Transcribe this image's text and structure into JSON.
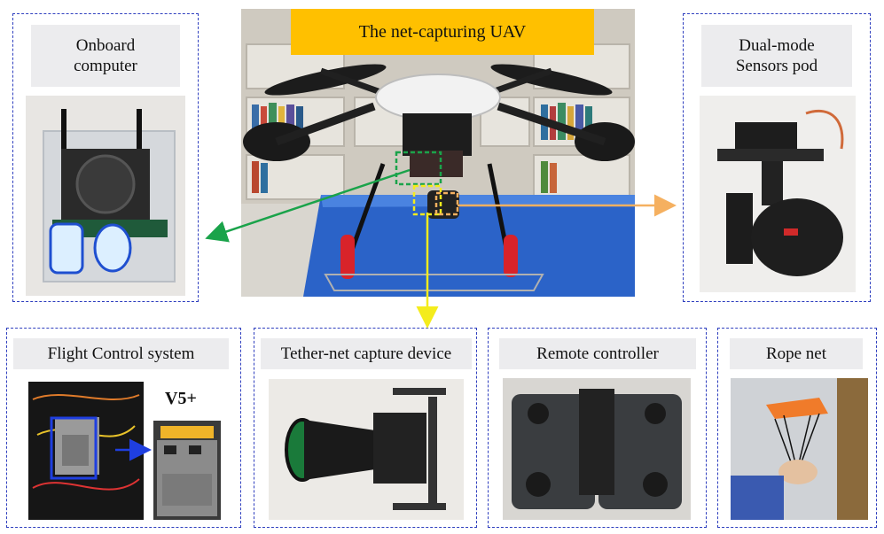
{
  "uav": {
    "title": "The net-capturing UAV"
  },
  "panels": {
    "onboard_computer": {
      "label": "Onboard\ncomputer"
    },
    "sensors_pod": {
      "label": "Dual-mode\nSensors pod"
    },
    "flight_control": {
      "label": "Flight Control system",
      "version_label": "V5+"
    },
    "capture_device": {
      "label": "Tether-net capture device"
    },
    "remote_controller": {
      "label": "Remote controller"
    },
    "rope_net": {
      "label": "Rope net"
    }
  },
  "colors": {
    "panel_border": "#2f3fbf",
    "banner": "#ffc000",
    "arrow_green": "#1aa34a",
    "arrow_orange": "#f5b060",
    "arrow_yellow": "#f4ec1c",
    "arrow_blue": "#1f3fe0"
  }
}
